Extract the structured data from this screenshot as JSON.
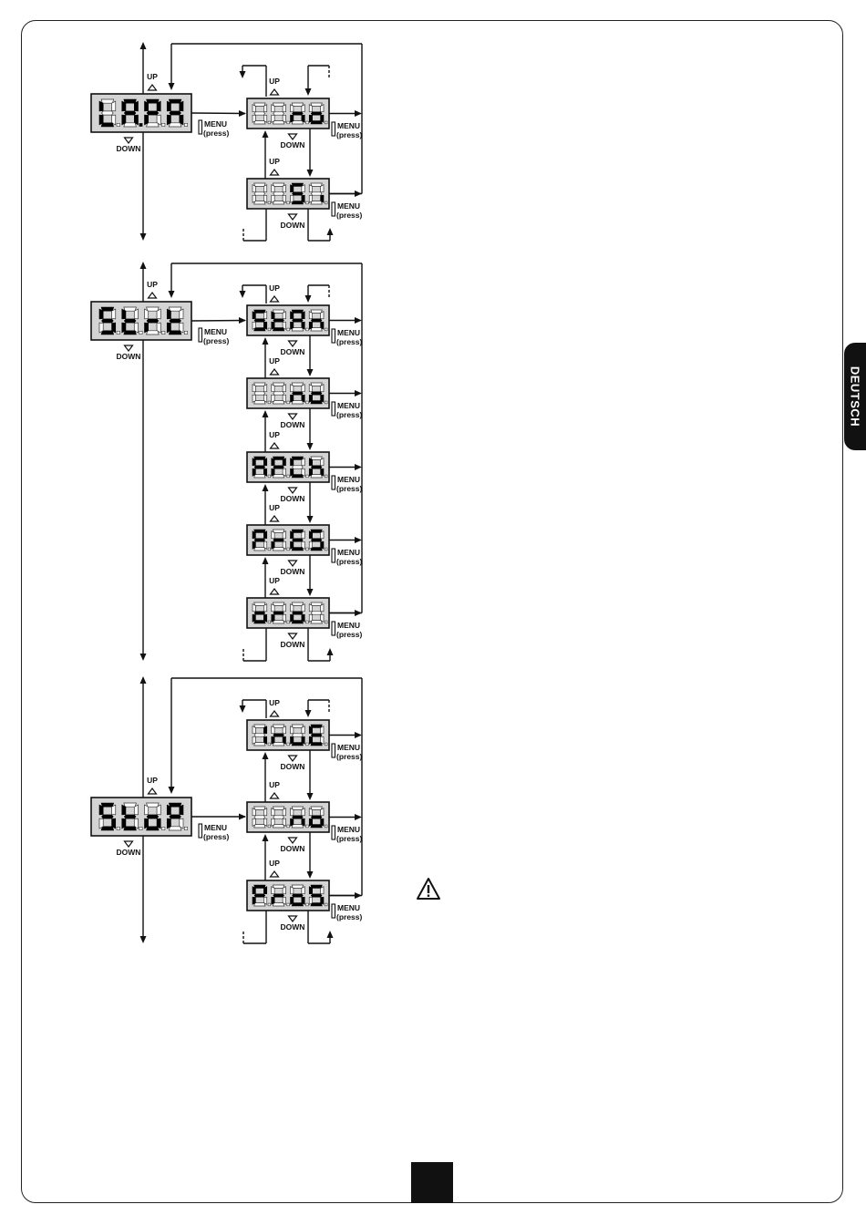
{
  "labels": {
    "up": "UP",
    "down": "DOWN",
    "menu": "MENU",
    "press": "(press)"
  },
  "side_tab": {
    "label": "DEUTSCH"
  },
  "sections": [
    {
      "main": "LA.PA",
      "options": [
        "no",
        "Si"
      ]
    },
    {
      "main": "Strt",
      "options": [
        "StAn",
        "no",
        "APCh",
        "PrES",
        "orol"
      ]
    },
    {
      "main": "StoP",
      "options": [
        "InvE",
        "no",
        "ProS"
      ]
    }
  ],
  "colors": {
    "display_bg": "#d4d4d4",
    "segment_on": "#000000",
    "segment_off": "#ffffff",
    "line": "#111111",
    "tab_bg": "#111111"
  },
  "icons": [
    "warning-icon"
  ]
}
